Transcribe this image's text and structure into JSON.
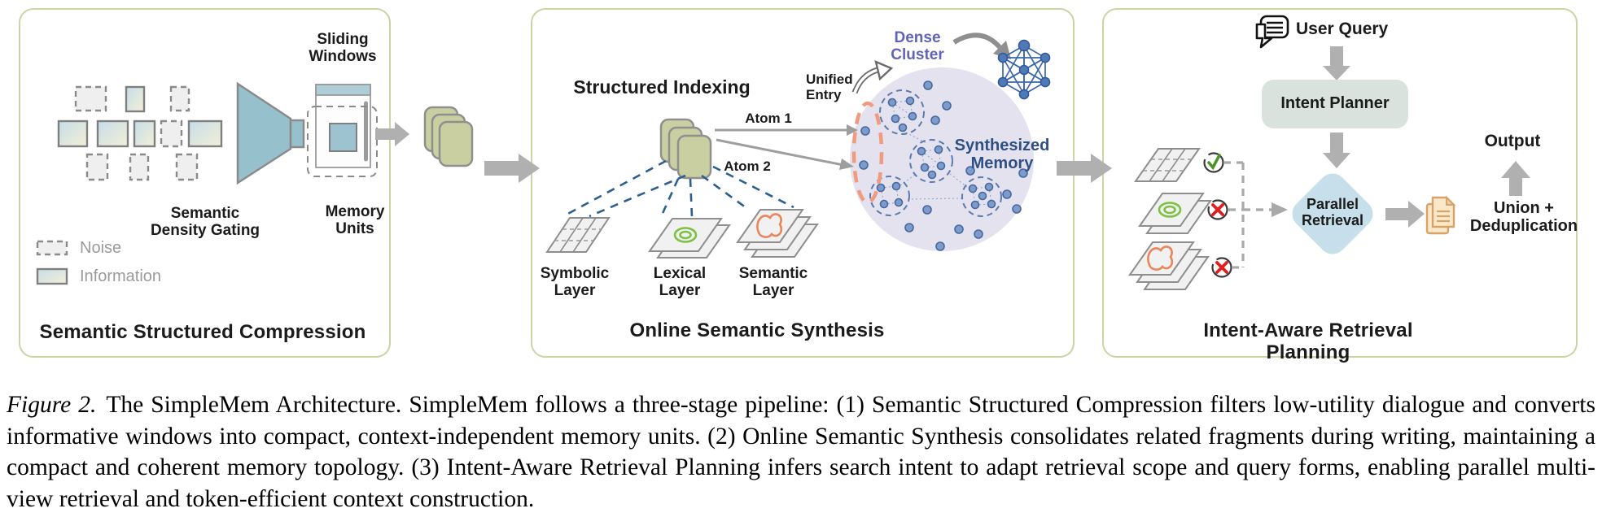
{
  "panel1": {
    "title": "Semantic Structured Compression",
    "sliding_windows": "Sliding\nWindows",
    "semantic_density_gating": "Semantic\nDensity Gating",
    "memory_units": "Memory\nUnits",
    "legend": {
      "noise": "Noise",
      "information": "Information"
    }
  },
  "panel2": {
    "title": "Online Semantic Synthesis",
    "structured_indexing": "Structured Indexing",
    "atom1": "Atom 1",
    "atom2": "Atom 2",
    "unified_entry": "Unified\nEntry",
    "dense_cluster": "Dense\nCluster",
    "synthesized_memory": "Synthesized\nMemory",
    "layers": {
      "symbolic": "Symbolic\nLayer",
      "lexical": "Lexical\nLayer",
      "semantic": "Semantic\nLayer"
    }
  },
  "panel3": {
    "title": "Intent-Aware Retrieval Planning",
    "user_query": "User Query",
    "intent_planner": "Intent Planner",
    "parallel_retrieval": "Parallel\nRetrieval",
    "output": "Output",
    "union_dedup": "Union +\nDeduplication"
  },
  "caption": {
    "figure_label": "Figure 2.",
    "text": "The SimpleMem Architecture. SimpleMem follows a three-stage pipeline: (1) Semantic Structured Compression filters low-utility dialogue and converts informative windows into compact, context-independent memory units. (2) Online Semantic Synthesis consolidates related fragments during writing, maintaining a compact and coherent memory topology. (3) Intent-Aware Retrieval Planning infers search intent to adapt retrieval scope and query forms, enabling parallel multi-view retrieval and token-efficient context construction."
  },
  "colors": {
    "panel_border": "#ccd3a4",
    "teal": "#97c0cd",
    "khaki": "#c9cfa1",
    "lavender": "#e4e2ef",
    "dot_fill": "#7e9bcb",
    "dot_stroke": "#44699f",
    "graph_blue": "#3a68ac",
    "dense_cluster_text": "#6064b8",
    "synthesized_memory_text": "#2f4f84",
    "salmon": "#f09a7e",
    "sage": "#d9e2dc",
    "light_blue": "#c6dfea",
    "doc_fill": "#f9e8c9",
    "doc_stroke": "#d7a369",
    "arrow_gray": "#b0b0b0",
    "dash_blue": "#2d5f8e",
    "legend_text": "#9a9a9a",
    "check_green": "#4a9428",
    "cross_red": "#e01f1f",
    "green_ring": "#7dc142",
    "orange_shape": "#e8855a"
  }
}
